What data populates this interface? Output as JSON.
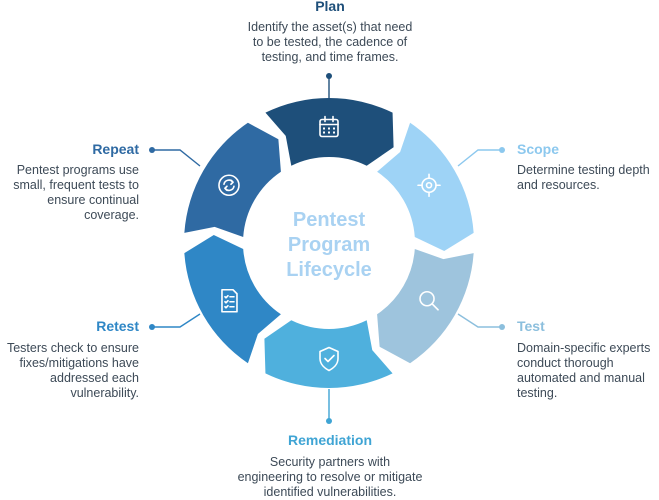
{
  "center_title": [
    "Pentest",
    "Program",
    "Lifecycle"
  ],
  "stages": [
    {
      "title": "Plan",
      "desc": [
        "Identify the asset(s) that need",
        "to be tested, the cadence of",
        "testing, and time frames."
      ],
      "color": "#1e4f7a",
      "title_color": "#1e4f7a",
      "icon": "calendar-icon"
    },
    {
      "title": "Scope",
      "desc": [
        "Determine testing depth",
        "and resources."
      ],
      "color": "#9ed3f6",
      "title_color": "#8cc8ee",
      "icon": "target-icon"
    },
    {
      "title": "Test",
      "desc": [
        "Domain-specific experts",
        "conduct thorough",
        "automated and manual",
        "testing."
      ],
      "color": "#9ec4dd",
      "title_color": "#8cbfdd",
      "icon": "magnifier-icon"
    },
    {
      "title": "Remediation",
      "desc": [
        "Security partners with",
        "engineering to resolve or mitigate",
        "identified vulnerabilities."
      ],
      "color": "#4fb0dd",
      "title_color": "#3fa4d4",
      "icon": "shield-check-icon"
    },
    {
      "title": "Retest",
      "desc": [
        "Testers check to ensure",
        "fixes/mitigations have",
        "addressed each",
        "vulnerability."
      ],
      "color": "#2f87c6",
      "title_color": "#2f87c6",
      "icon": "checklist-icon"
    },
    {
      "title": "Repeat",
      "desc": [
        "Pentest programs use",
        "small, frequent tests to",
        "ensure continual",
        "coverage."
      ],
      "color": "#2f6aa3",
      "title_color": "#2f6aa3",
      "icon": "cycle-arrows-icon"
    }
  ]
}
